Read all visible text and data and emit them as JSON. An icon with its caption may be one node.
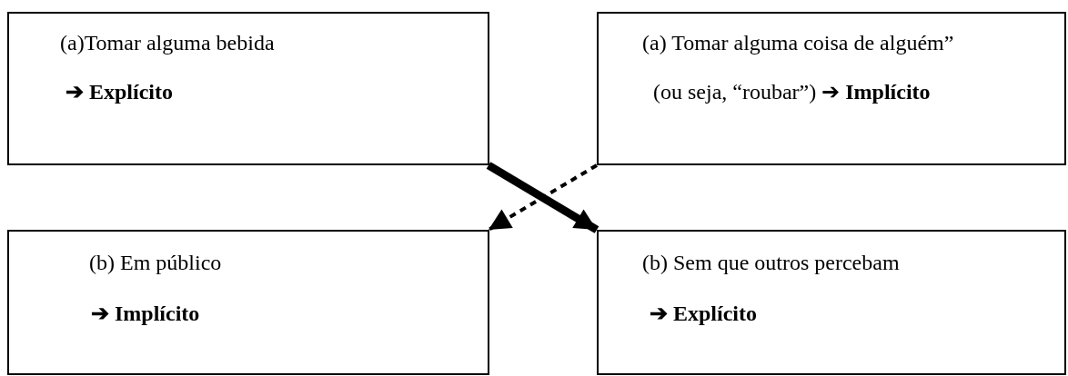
{
  "diagram": {
    "nodes": [
      {
        "text": [
          "(a)Tomar alguma bebida",
          "➔ Explícito"
        ]
      },
      {
        "text": [
          "(a) Tomar alguma coisa de alguém”",
          "(ou seja, “roubar”) ➔ **Implícito**"
        ]
      },
      {
        "text": [
          "(b) Em público",
          "➔ Implícito"
        ]
      },
      {
        "text": [
          "(b) Sem que outros percebam",
          "➔ Explícito"
        ]
      }
    ],
    "edges": [
      {
        "from": 0,
        "to": 3,
        "arrow": "to",
        "style": "thick"
      },
      {
        "from": 1,
        "to": 2,
        "arrow": "to",
        "style": "dashed"
      }
    ]
  }
}
